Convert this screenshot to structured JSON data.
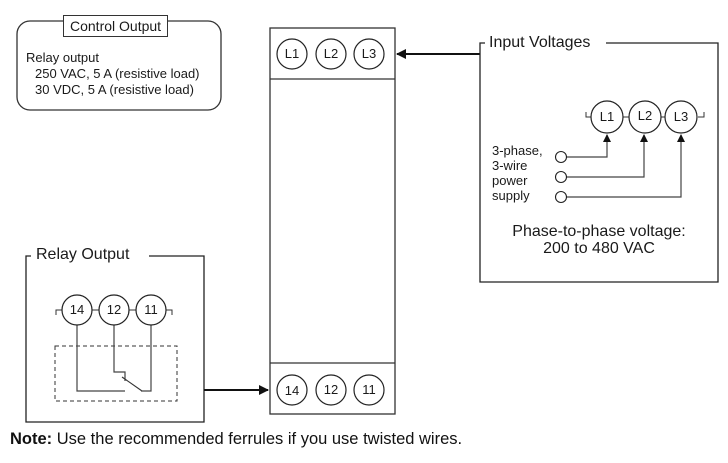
{
  "control_output": {
    "title": "Control Output",
    "lines": [
      "Relay output",
      "250 VAC, 5 A (resistive load)",
      "30 VDC, 5 A (resistive load)"
    ]
  },
  "device": {
    "top_terminals": [
      "L1",
      "L2",
      "L3"
    ],
    "bottom_terminals": [
      "14",
      "12",
      "11"
    ]
  },
  "input_voltages": {
    "title": "Input Voltages",
    "terminals": [
      "L1",
      "L2",
      "L3"
    ],
    "supply_label": [
      "3-phase,",
      "3-wire",
      "power",
      "supply"
    ],
    "voltage_line1": "Phase-to-phase voltage:",
    "voltage_line2": "200 to 480 VAC"
  },
  "relay_output": {
    "title": "Relay Output",
    "terminals": [
      "14",
      "12",
      "11"
    ]
  },
  "note": {
    "label": "Note:",
    "text": " Use the recommended ferrules if you use twisted wires."
  },
  "colors": {
    "line": "#333333",
    "text": "#1a1a1a"
  }
}
